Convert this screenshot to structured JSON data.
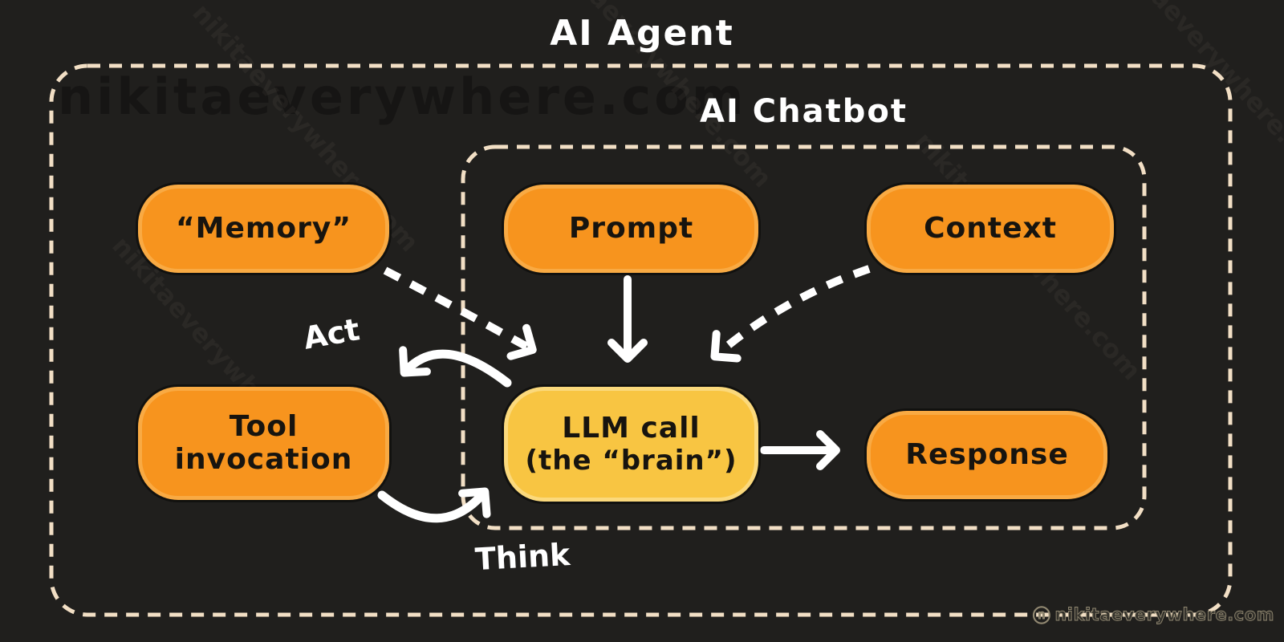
{
  "diagram": {
    "outer_group": "AI Agent",
    "inner_group": "AI Chatbot"
  },
  "nodes": {
    "memory": {
      "label": "“Memory”"
    },
    "prompt": {
      "label": "Prompt"
    },
    "context": {
      "label": "Context"
    },
    "tool_invocation": {
      "line1": "Tool",
      "line2": "invocation"
    },
    "llm_call": {
      "line1": "LLM call",
      "line2": "(the “brain”)"
    },
    "response": {
      "label": "Response"
    }
  },
  "edge_labels": {
    "act": "Act",
    "think": "Think"
  },
  "edges": [
    {
      "from": "memory",
      "to": "llm_call",
      "style": "dashed-curved",
      "label": ""
    },
    {
      "from": "prompt",
      "to": "llm_call",
      "style": "solid-straight",
      "label": ""
    },
    {
      "from": "context",
      "to": "llm_call",
      "style": "dashed-curved",
      "label": ""
    },
    {
      "from": "llm_call",
      "to": "response",
      "style": "solid-straight",
      "label": ""
    },
    {
      "from": "llm_call",
      "to": "tool_invocation",
      "style": "solid-curved",
      "label": "Act"
    },
    {
      "from": "tool_invocation",
      "to": "llm_call",
      "style": "solid-curved",
      "label": "Think"
    }
  ],
  "watermark": {
    "text": "nikitaeverywhere.com",
    "logo_glyph": "ⓝ"
  },
  "colors": {
    "background": "#201f1d",
    "border_dash": "#f2dfc5",
    "box_orange": "#f7941e",
    "box_orange_border": "#f9aa43",
    "box_yellow": "#f8c542",
    "box_yellow_border": "#fbd97c",
    "arrow": "#ffffff",
    "text_dark": "#17140f",
    "text_light": "#ffffff"
  }
}
